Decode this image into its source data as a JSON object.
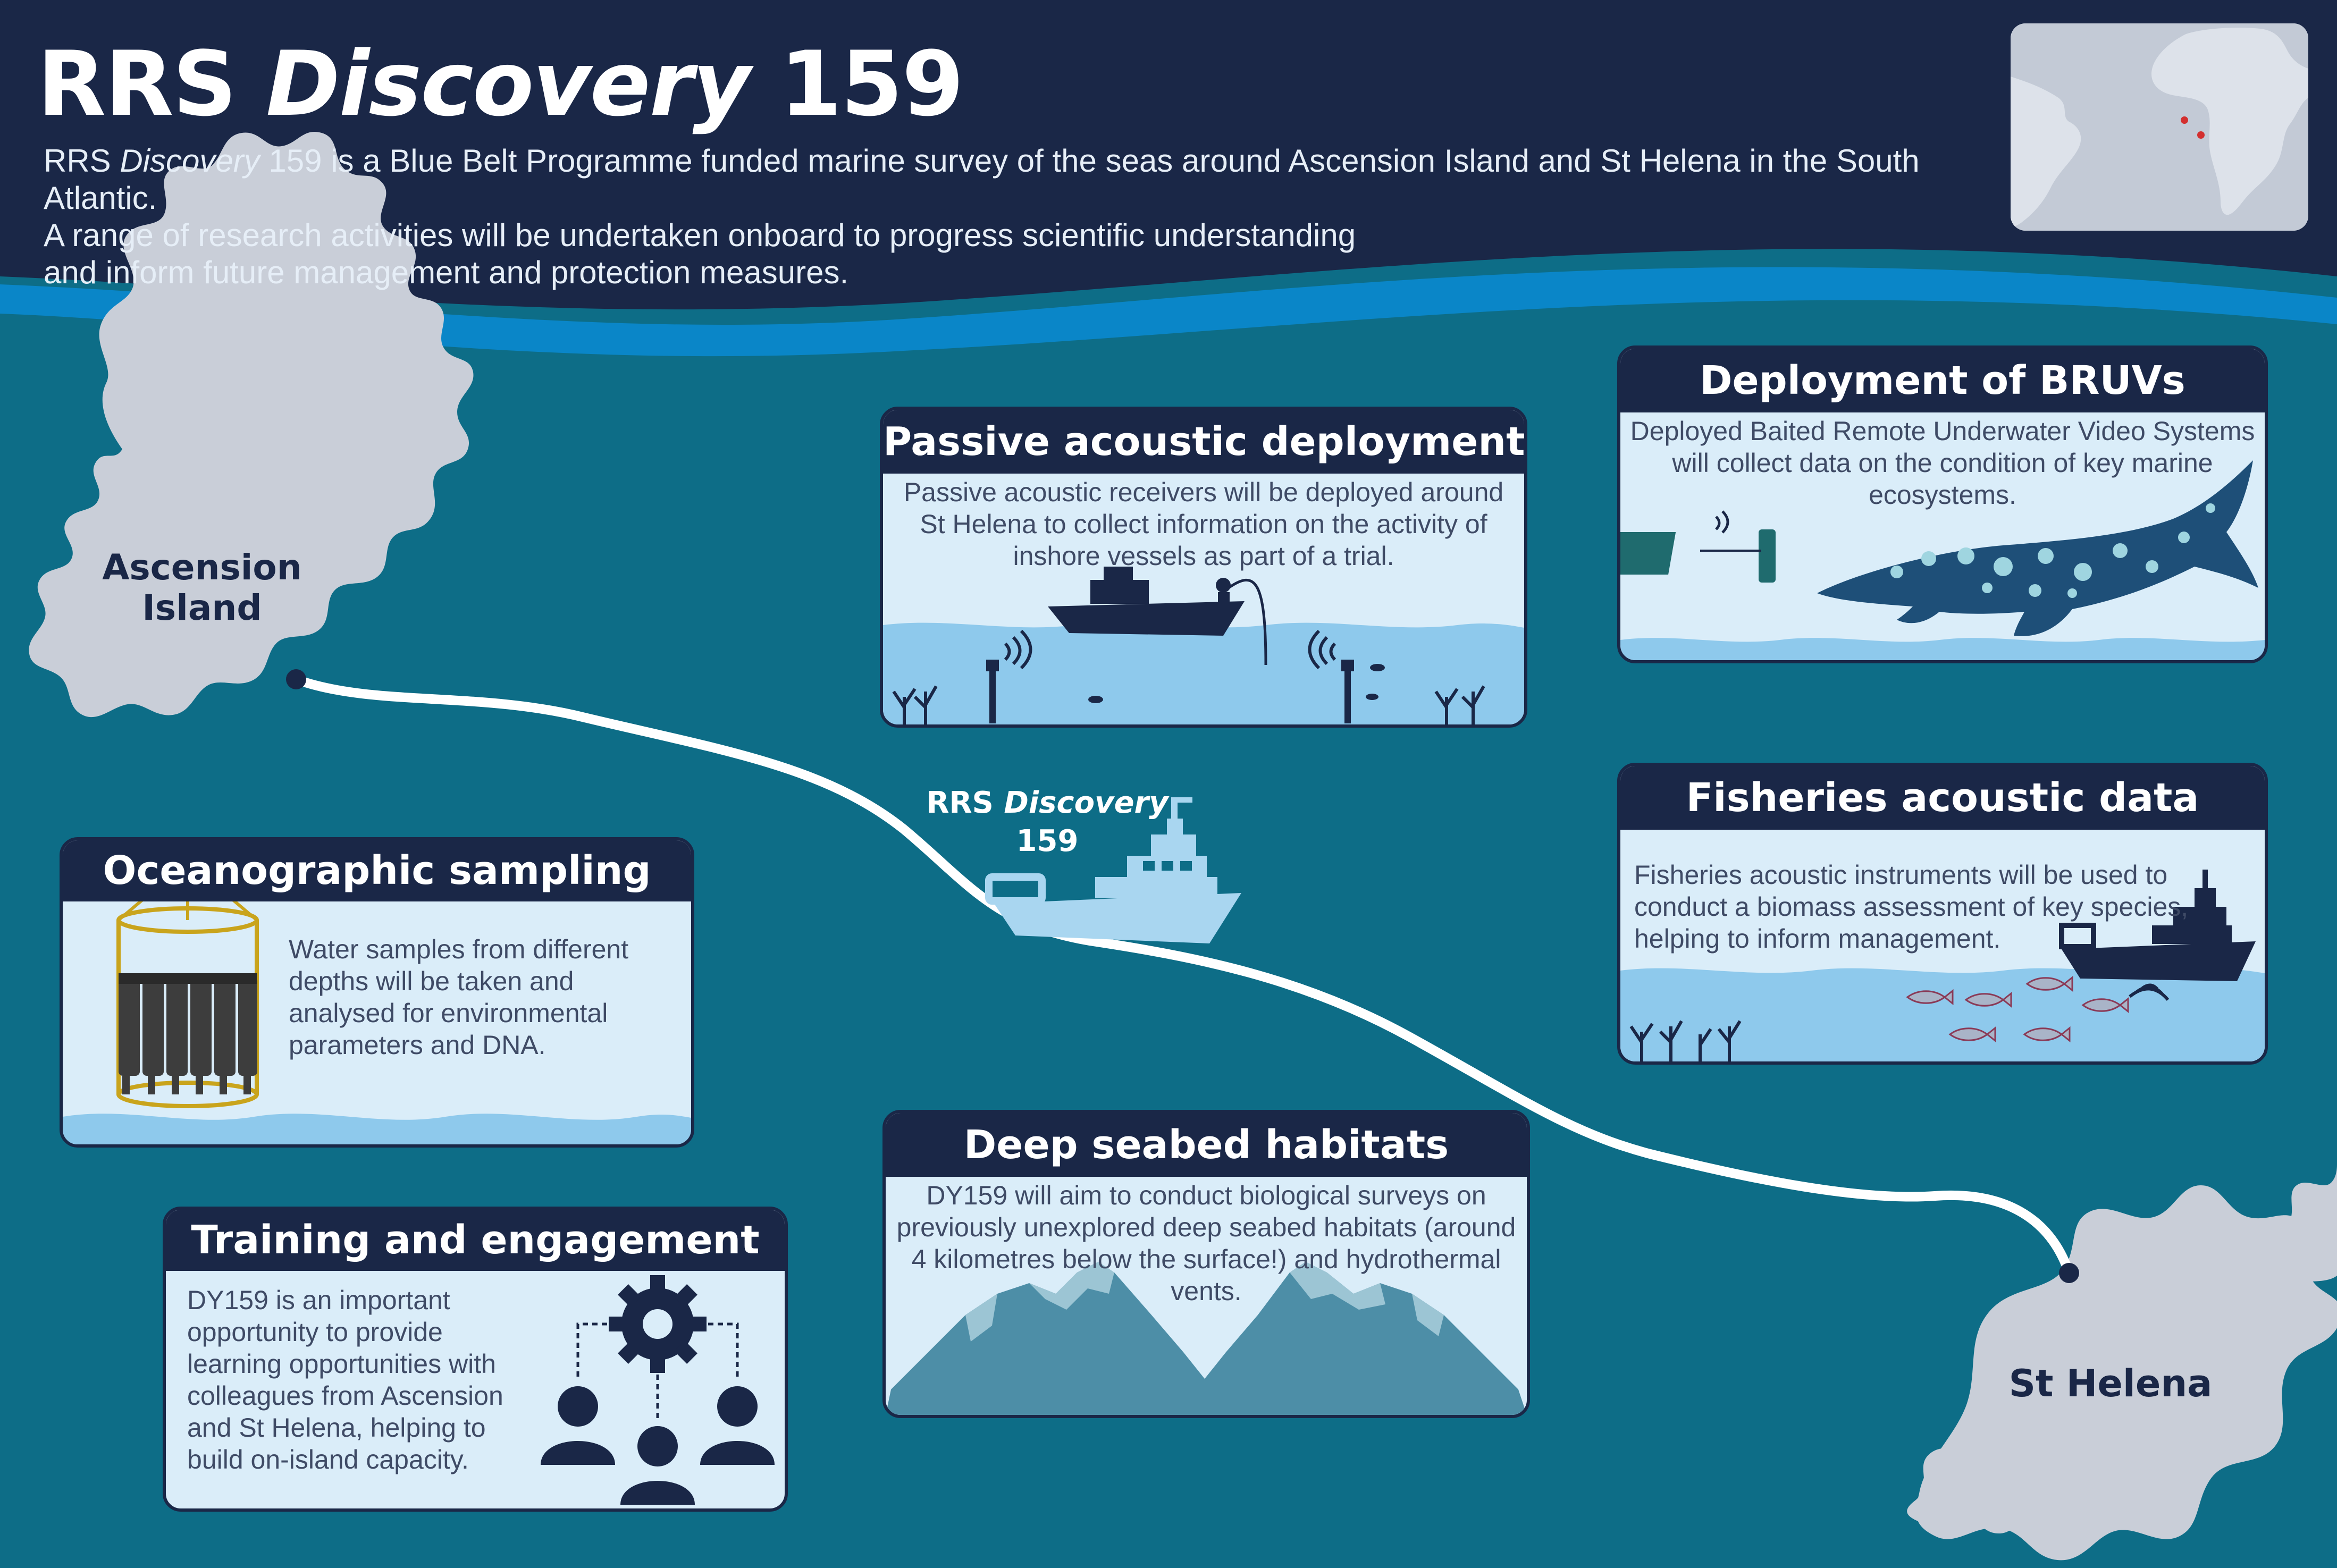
{
  "header": {
    "title_prefix": "RRS",
    "title_italic": "Discovery",
    "title_suffix": "159",
    "desc_line1_a": "RRS",
    "desc_line1_italic": "Discovery",
    "desc_line1_b": "159 is a Blue Belt Programme funded marine survey of the seas around Ascension Island and St Helena in the South Atlantic.",
    "desc_line2": "A range of research activities will be undertaken onboard to progress scientific understanding",
    "desc_line3": "and inform future management and protection measures."
  },
  "islands": {
    "ascension_line1": "Ascension",
    "ascension_line2": "Island",
    "st_helena": "St Helena"
  },
  "ship": {
    "label_prefix": "RRS",
    "label_italic": "Discovery",
    "label_number": "159"
  },
  "cards": {
    "passive": {
      "title": "Passive acoustic deployment",
      "body": "Passive acoustic receivers will be deployed around St Helena to collect information on the activity of inshore vessels as part of a trial."
    },
    "bruvs": {
      "title": "Deployment of BRUVs",
      "body": "Deployed Baited Remote Underwater Video Systems will collect data on the condition of key marine ecosystems."
    },
    "oceanographic": {
      "title": "Oceanographic sampling",
      "body": "Water samples from different depths will be taken and analysed for environmental parameters and DNA."
    },
    "fisheries": {
      "title": "Fisheries acoustic data",
      "body": "Fisheries acoustic instruments will be used to conduct a biomass assessment of key species, helping to inform management."
    },
    "deep": {
      "title": "Deep seabed habitats",
      "body": "DY159 will aim to conduct biological surveys on previously unexplored deep seabed habitats (around 4 kilometres below the surface!) and hydrothermal vents."
    },
    "training": {
      "title": "Training and engagement",
      "body": "DY159 is an important opportunity to provide learning opportunities with colleagues from Ascension and St Helena, helping to build on-island capacity."
    }
  },
  "colors": {
    "navy": "#1a2747",
    "ocean": "#0d6d87",
    "wave_blue": "#0a86c8",
    "card_bg": "#daedf9",
    "water": "#8ec9ec",
    "island_grey": "#c9ced8"
  }
}
